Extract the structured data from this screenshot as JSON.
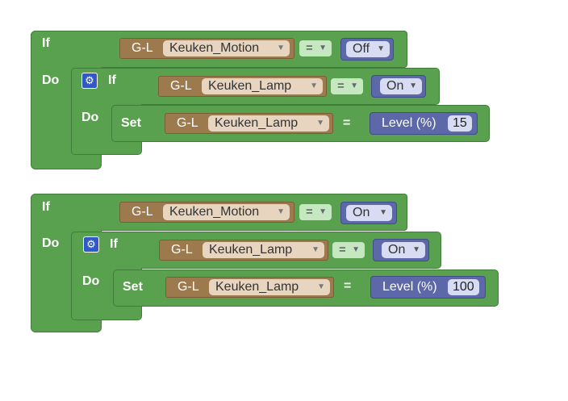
{
  "blocks": [
    {
      "if_label": "If",
      "do_label": "Do",
      "condition": {
        "device_prefix": "G-L",
        "device": "Keuken_Motion",
        "operator": "=",
        "value": "Off"
      },
      "inner": {
        "if_label": "If",
        "do_label": "Do",
        "condition": {
          "device_prefix": "G-L",
          "device": "Keuken_Lamp",
          "operator": "=",
          "value": "On"
        },
        "action": {
          "set_label": "Set",
          "device_prefix": "G-L",
          "device": "Keuken_Lamp",
          "equals": "=",
          "property": "Level (%)",
          "value": "15"
        }
      }
    },
    {
      "if_label": "If",
      "do_label": "Do",
      "condition": {
        "device_prefix": "G-L",
        "device": "Keuken_Motion",
        "operator": "=",
        "value": "On"
      },
      "inner": {
        "if_label": "If",
        "do_label": "Do",
        "condition": {
          "device_prefix": "G-L",
          "device": "Keuken_Lamp",
          "operator": "=",
          "value": "On"
        },
        "action": {
          "set_label": "Set",
          "device_prefix": "G-L",
          "device": "Keuken_Lamp",
          "equals": "=",
          "property": "Level (%)",
          "value": "100"
        }
      }
    }
  ],
  "icons": {
    "mutator": "gear-icon",
    "dropdown": "chevron-down-icon"
  },
  "colors": {
    "logic": "#59a14f",
    "device": "#9d7a4e",
    "value": "#5c68a8",
    "operator_field": "#c6e8c1"
  }
}
